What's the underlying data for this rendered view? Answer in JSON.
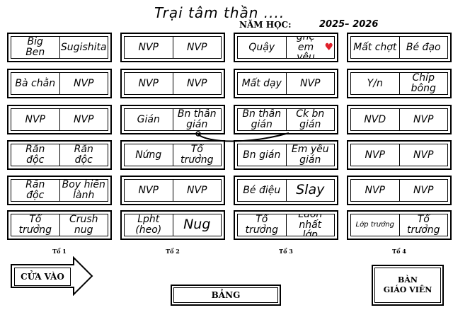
{
  "title": "Trại tâm thần ....",
  "school_year": {
    "label": "NĂM HỌC:",
    "value": "2025– 2026"
  },
  "groups": [
    {
      "label": "Tổ 1",
      "desks": [
        [
          "Big\nBen",
          "Sugishita"
        ],
        [
          "Bà chằn",
          "NVP"
        ],
        [
          "NVP",
          "NVP"
        ],
        [
          "Rắn\nđộc",
          "Rắn\nđộc"
        ],
        [
          "Rắn\nđộc",
          "Boy hiền\nlành"
        ],
        [
          "Tổ trưởng",
          "Crush nug"
        ]
      ]
    },
    {
      "label": "Tổ 2",
      "desks": [
        [
          "NVP",
          "NVP"
        ],
        [
          "NVP",
          "NVP"
        ],
        [
          "Gián",
          "Bn thân\ngián"
        ],
        [
          "Nứng",
          "Tổ trưởng"
        ],
        [
          "NVP",
          "NVP"
        ],
        [
          "Lpht\n(heo)",
          "Nug"
        ]
      ]
    },
    {
      "label": "Tổ 3",
      "desks": [
        [
          "Quậy",
          "ghệ em\nyêu ♥"
        ],
        [
          "Mất dạy",
          "NVP"
        ],
        [
          "Bn thân\ngián",
          "Ck bn\ngián"
        ],
        [
          "Bn gián",
          "Em yêu\ngián"
        ],
        [
          "Bé điệu",
          "Slay"
        ],
        [
          "Tổ trưởng",
          "Luôn nhất\nlớp"
        ]
      ]
    },
    {
      "label": "Tổ 4",
      "desks": [
        [
          "Mất chợt",
          "Bé đạo"
        ],
        [
          "Y/n",
          "Chíp bông"
        ],
        [
          "NVD",
          "NVP"
        ],
        [
          "NVP",
          "NVP"
        ],
        [
          "NVP",
          "NVP"
        ],
        [
          "Lớp trưởng",
          "Tổ trưởng"
        ]
      ]
    }
  ],
  "door_label": "CỬA VÀO",
  "board_label": "BẢNG",
  "teacher_desk": {
    "line1": "BÀN",
    "line2": "GIÁO VIÊN"
  },
  "heart_color": "#e0202a"
}
